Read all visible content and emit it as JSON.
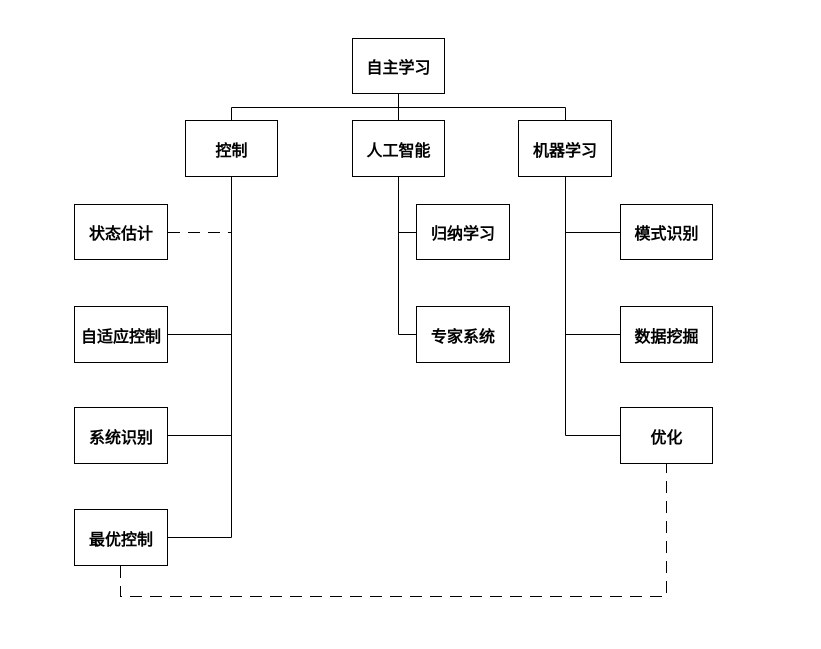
{
  "diagram": {
    "root": "自主学习",
    "branches": {
      "control": "控制",
      "ai": "人工智能",
      "ml": "机器学习"
    },
    "control_children": [
      "状态估计",
      "自适应控制",
      "系统识别",
      "最优控制"
    ],
    "ai_children": [
      "归纳学习",
      "专家系统"
    ],
    "ml_children": [
      "模式识别",
      "数据挖掘",
      "优化"
    ]
  },
  "colors": {
    "line": "#000000",
    "box_border": "#000000",
    "background": "#ffffff"
  }
}
